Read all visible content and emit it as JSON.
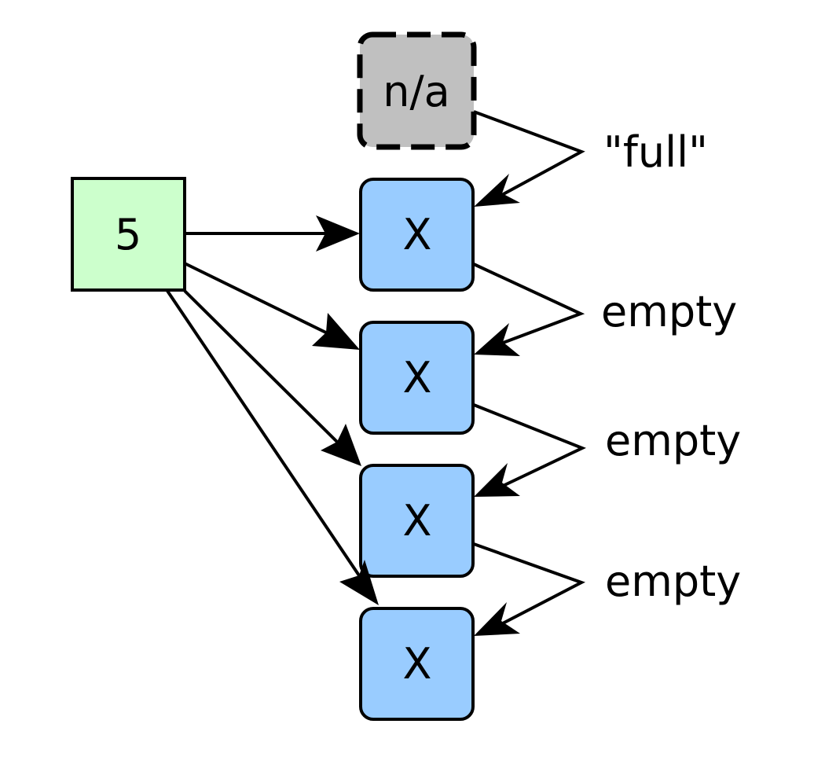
{
  "source": {
    "label": "5",
    "fill": "#ccffcc"
  },
  "top": {
    "label": "n/a",
    "fill": "#c0c0c0"
  },
  "cells": [
    {
      "label": "X"
    },
    {
      "label": "X"
    },
    {
      "label": "X"
    },
    {
      "label": "X"
    }
  ],
  "cell_fill": "#99ccff",
  "links": [
    {
      "label": "\"full\""
    },
    {
      "label": "empty"
    },
    {
      "label": "empty"
    },
    {
      "label": "empty"
    }
  ]
}
